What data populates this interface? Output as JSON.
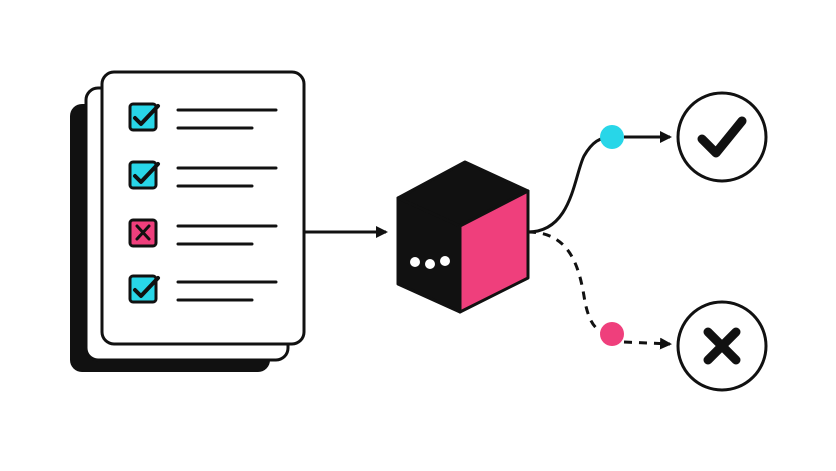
{
  "colors": {
    "ink": "#111111",
    "paper": "#ffffff",
    "accent_cyan": "#28d6e8",
    "accent_pink": "#ef3f7c"
  },
  "checklist": {
    "items": [
      {
        "state": "checked",
        "icon": "check-icon"
      },
      {
        "state": "checked",
        "icon": "check-icon"
      },
      {
        "state": "rejected",
        "icon": "x-icon"
      },
      {
        "state": "checked",
        "icon": "check-icon"
      }
    ]
  },
  "processor": {
    "icon": "ellipsis-icon"
  },
  "outcomes": [
    {
      "result": "success",
      "icon": "check-icon",
      "dot_color": "#28d6e8",
      "line": "solid"
    },
    {
      "result": "failure",
      "icon": "x-icon",
      "dot_color": "#ef3f7c",
      "line": "dashed"
    }
  ]
}
